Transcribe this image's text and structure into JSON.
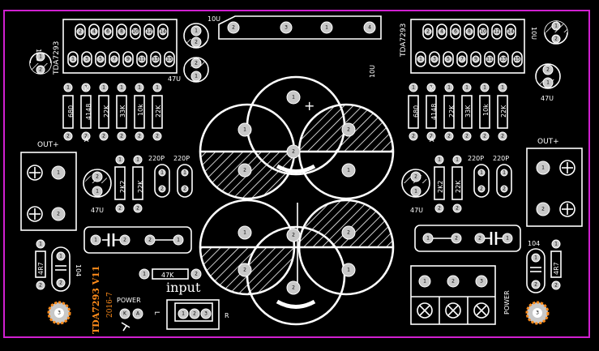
{
  "board": {
    "outline_color": "#d020d0",
    "silk_color": "#ffffff",
    "pad_color": "#c8c8c8",
    "accent_color": "#ff8c1a"
  },
  "labels": {
    "chip_left": "TDA7293",
    "chip_right": "TDA7293",
    "cap_10u_left": "10U",
    "cap_10u_top": "10U",
    "cap_10u_right_top": "10U",
    "cap_10u_right": "10U",
    "cap_47u_left_top": "47U",
    "cap_47u_right_top": "47U",
    "cap_47u_left_bot": "47U",
    "cap_47u_right_bot": "47U",
    "res_680_l": "680",
    "diode_l": "4148",
    "res_22k_l1": "22K",
    "res_33k_l": "33K",
    "res_10k_l": "10k",
    "res_22k_l2": "22K",
    "res_680_r": "680",
    "diode_r": "4148",
    "res_22k_r1": "22K",
    "res_33k_r": "33K",
    "res_10k_r": "10k",
    "res_22k_r2": "22K",
    "out_left": "OUT+",
    "out_right": "OUT+",
    "res_2k2_l": "2K2",
    "res_22k_l3": "22K",
    "c_220p_l1": "220P",
    "c_220p_l2": "220P",
    "res_2k2_r": "2K2",
    "res_22k_r3": "22K",
    "c_220p_r1": "220P",
    "c_220p_r2": "220P",
    "res_4r7_l": "4R7",
    "c_104_l": "104",
    "res_47k": "47K",
    "input": "input",
    "title": "TDA7293  V11",
    "date": "2016-7",
    "power_led": "POWER",
    "led_k": "K",
    "led_a": "A",
    "in_l": "L",
    "in_r": "R",
    "power_conn": "POWER",
    "c_104_r": "104",
    "res_4r7_r": "4R7",
    "plus_sign": "+",
    "k_mark": "K",
    "a_mark": "A"
  }
}
